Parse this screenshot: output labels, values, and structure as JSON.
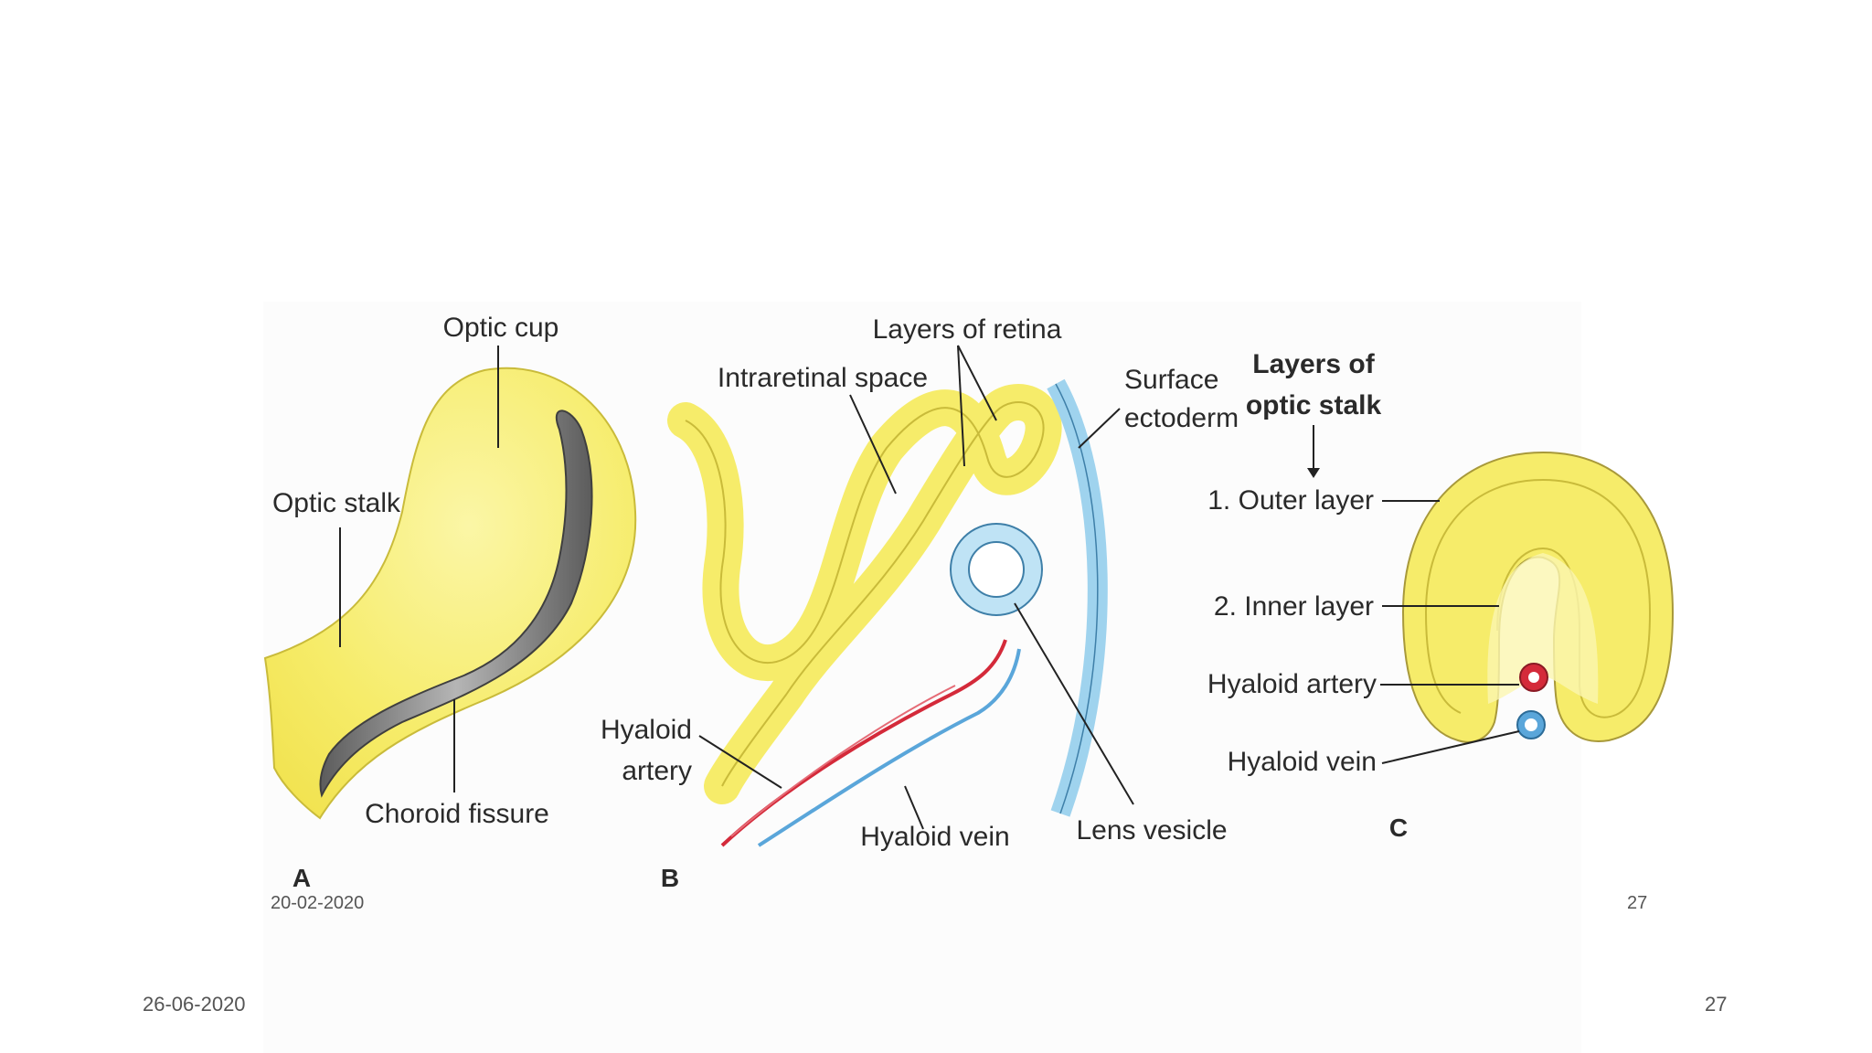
{
  "colors": {
    "tissue_yellow": "#f7ef7a",
    "tissue_outline": "#8a8a2a",
    "fissure_gray": "#8f8f8f",
    "artery_red": "#d42a3a",
    "vein_blue": "#5aa6da",
    "lens_blue": "#9fd3ee",
    "text": "#2a2a2a"
  },
  "panel_a": {
    "letter": "A",
    "optic_cup": "Optic cup",
    "optic_stalk": "Optic stalk",
    "choroid_fissure": "Choroid fissure"
  },
  "panel_b": {
    "letter": "B",
    "layers_of_retina": "Layers of retina",
    "intraretinal_space": "Intraretinal space",
    "surface_line1": "Surface",
    "surface_line2": "ectoderm",
    "hyaloid_line1": "Hyaloid",
    "hyaloid_line2": "artery",
    "hyaloid_vein": "Hyaloid vein",
    "lens_vesicle": "Lens vesicle"
  },
  "panel_c": {
    "letter": "C",
    "title_line1": "Layers of",
    "title_line2": "optic stalk",
    "outer_layer": "1. Outer layer",
    "inner_layer": "2. Inner layer",
    "hyaloid_artery": "Hyaloid artery",
    "hyaloid_vein": "Hyaloid vein"
  },
  "image_footer": {
    "date": "20-02-2020",
    "page": "27"
  },
  "slide_footer": {
    "date": "26-06-2020",
    "page": "27"
  }
}
